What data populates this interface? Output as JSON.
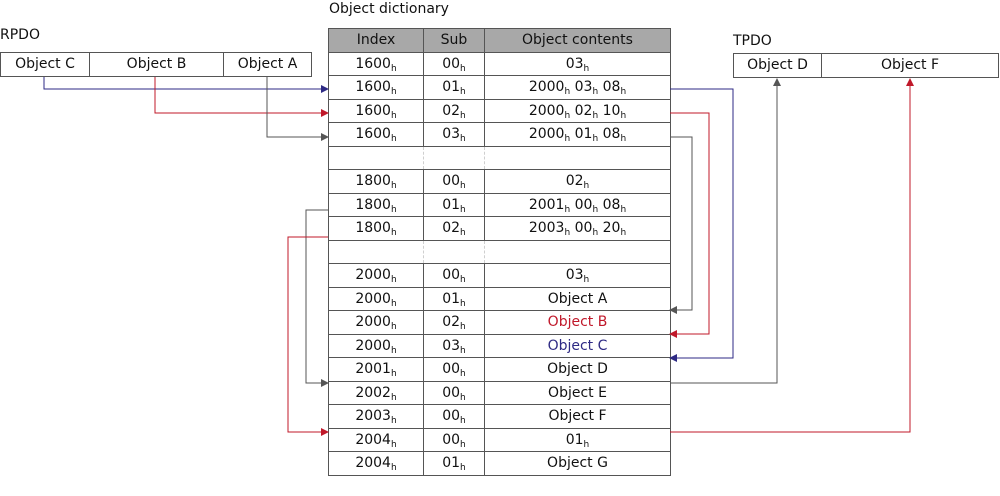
{
  "title": "Object dictionary",
  "rpdo": {
    "label": "RPDO",
    "objects": [
      "Object C",
      "Object B",
      "Object A"
    ]
  },
  "tpdo": {
    "label": "TPDO",
    "objects": [
      "Object D",
      "Object F"
    ]
  },
  "table": {
    "headers": [
      "Index",
      "Sub",
      "Object contents"
    ],
    "rows": [
      {
        "index": "1600",
        "sub": "00",
        "content": [
          "03"
        ]
      },
      {
        "index": "1600",
        "sub": "01",
        "content": [
          "2000",
          "03",
          "08"
        ]
      },
      {
        "index": "1600",
        "sub": "02",
        "content": [
          "2000",
          "02",
          "10"
        ]
      },
      {
        "index": "1600",
        "sub": "03",
        "content": [
          "2000",
          "01",
          "08"
        ]
      },
      {
        "gap": true
      },
      {
        "index": "1800",
        "sub": "00",
        "content": [
          "02"
        ]
      },
      {
        "index": "1800",
        "sub": "01",
        "content": [
          "2001",
          "00",
          "08"
        ]
      },
      {
        "index": "1800",
        "sub": "02",
        "content": [
          "2003",
          "00",
          "20"
        ]
      },
      {
        "gap": true
      },
      {
        "index": "2000",
        "sub": "00",
        "content": [
          "03"
        ]
      },
      {
        "index": "2000",
        "sub": "01",
        "text": "Object A"
      },
      {
        "index": "2000",
        "sub": "02",
        "text": "Object B",
        "color": "red"
      },
      {
        "index": "2000",
        "sub": "03",
        "text": "Object C",
        "color": "blue"
      },
      {
        "index": "2001",
        "sub": "00",
        "text": "Object D"
      },
      {
        "index": "2002",
        "sub": "00",
        "text": "Object E"
      },
      {
        "index": "2003",
        "sub": "00",
        "text": "Object F"
      },
      {
        "index": "2004",
        "sub": "00",
        "content": [
          "01"
        ]
      },
      {
        "index": "2004",
        "sub": "01",
        "text": "Object G"
      }
    ]
  },
  "hex_suffix": "h",
  "colors": {
    "red": "#c0182a",
    "blue": "#2e2a84",
    "gray": "#555555",
    "header_bg": "#a8a8a8"
  }
}
